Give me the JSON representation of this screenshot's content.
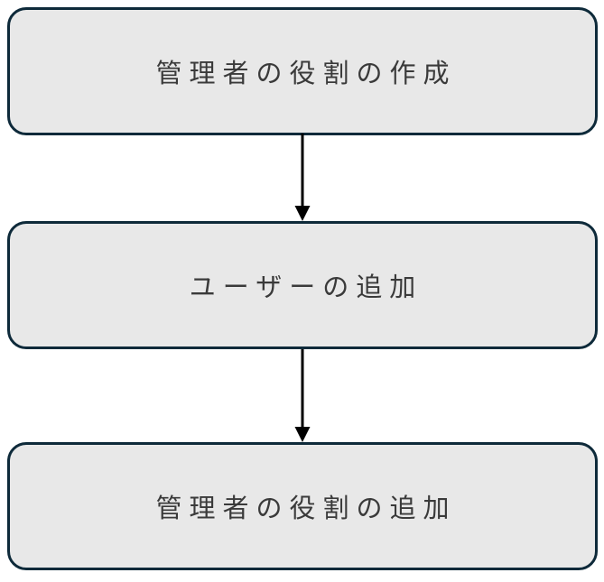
{
  "flowchart": {
    "steps": [
      {
        "id": "create-admin-role",
        "label": "管理者の役割の作成"
      },
      {
        "id": "add-users",
        "label": "ユーザーの追加"
      },
      {
        "id": "add-admin-role",
        "label": "管理者の役割の追加"
      }
    ],
    "connectors": [
      {
        "from": "create-admin-role",
        "to": "add-users",
        "type": "arrow-down"
      },
      {
        "from": "add-users",
        "to": "add-admin-role",
        "type": "arrow-down"
      }
    ]
  },
  "colors": {
    "node-fill": "#e8e8e8",
    "node-border": "#0e2a3a",
    "node-text": "#3a3a3a",
    "arrow": "#000000",
    "background": "#ffffff"
  }
}
